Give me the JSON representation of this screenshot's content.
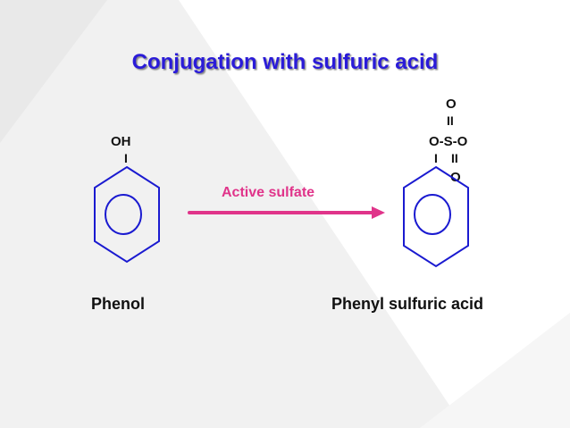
{
  "slide": {
    "title": "Conjugation with sulfuric acid"
  },
  "reactant": {
    "substituent": "OH",
    "bond": "I",
    "name": "Phenol"
  },
  "reaction": {
    "label": "Active sulfate"
  },
  "product": {
    "top_o": "O",
    "top_double_bond": "II",
    "sulfate_group": "O-S-O",
    "ring_bond": "I",
    "bottom_double_bond": "II",
    "bottom_o": "O",
    "name": "Phenyl sulfuric acid"
  },
  "colors": {
    "title": "#2a1bd8",
    "ring": "#1a1ad0",
    "arrow": "#e0348a"
  }
}
